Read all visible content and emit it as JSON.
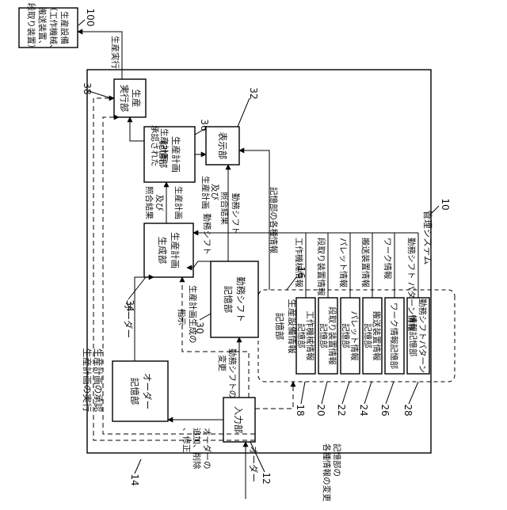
{
  "system": {
    "title": "管理システム",
    "ref": "10"
  },
  "blocks": {
    "input_unit": {
      "label": "入力部",
      "ref": "12"
    },
    "order_memory": {
      "line1": "オーダー",
      "line2": "記憶部",
      "ref": "14"
    },
    "shift_memory": {
      "line1": "勤務シフト",
      "line2": "記憶部",
      "ref": "30"
    },
    "plan_generator": {
      "line1": "生産計画",
      "line2": "生成部",
      "ref": "34"
    },
    "plan_memory": {
      "line1": "生産計画",
      "line2": "記憶部",
      "ref": "36"
    },
    "display_unit": {
      "label": "表示部",
      "ref": "32"
    },
    "exec_unit": {
      "line1": "生産",
      "line2": "実行部",
      "ref": "38"
    },
    "equipment": {
      "line1": "生産設備",
      "line2": "（工作機械、",
      "line3": "搬送装置、",
      "line4": "段取り装置）",
      "ref": "100"
    },
    "facility_group": {
      "line1": "生産設備情報",
      "line2": "記憶部",
      "ref": "16"
    }
  },
  "sub_stores": [
    {
      "line1": "工作機械情報",
      "line2": "記憶部",
      "ref": "18",
      "info": "工作機械情報"
    },
    {
      "line1": "段取り装置情報",
      "line2": "記憶部",
      "ref": "20",
      "info": "段取り装置情報"
    },
    {
      "line1": "パレット情報",
      "line2": "記憶部",
      "ref": "22",
      "info": "パレット情報"
    },
    {
      "line1": "搬送装置情報",
      "line2": "記憶部",
      "ref": "24",
      "info": "搬送装置情報"
    },
    {
      "line1": "ワーク情報記憶部",
      "line2": "",
      "ref": "26",
      "info": "ワーク情報"
    },
    {
      "line1": "勤務シフトパターン",
      "line2": "情報記憶部",
      "ref": "28",
      "info": "勤務シフト パターン情報"
    }
  ],
  "flows": {
    "order_external": "オーダー",
    "plan_exec": "生産計画の実行",
    "plan_approval": "生産計画の承認",
    "order_edit_1": "オーダーの",
    "order_edit_2": "追加、削除",
    "order_edit_3": "、修正",
    "shift_change_1": "勤務シフトの",
    "shift_change_2": "変更",
    "storage_change_1": "記憶部の",
    "storage_change_2": "各種情報の変更",
    "order_to_gen": "オーダー",
    "gen_instruction_1": "生産計画生成の",
    "gen_instruction_2": "指示",
    "shift_to_gen": "勤務シフト",
    "plan_result_1": "生産計画",
    "plan_result_2": "及び",
    "plan_result_3": "照合結果",
    "shift_to_display": "勤務シフト",
    "plan_result_display_1": "生産計画",
    "plan_result_display_2": "及び",
    "plan_result_display_3": "照合結果",
    "storage_to_display": "記憶部の各種情報",
    "approved_plan_1": "承認された",
    "approved_plan_2": "生産計画",
    "production_exec": "生産実行"
  }
}
